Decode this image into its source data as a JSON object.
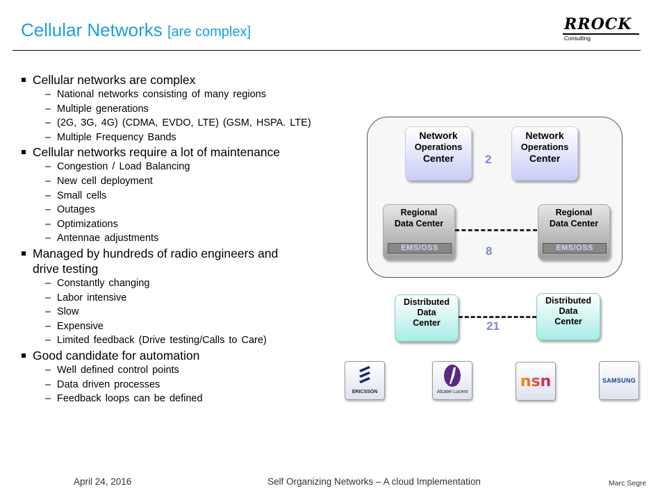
{
  "title": {
    "main": "Cellular Networks",
    "sub": "[are complex]"
  },
  "logo": {
    "word": "RROCK",
    "tagline": "Consulting"
  },
  "bullets": [
    {
      "text": "Cellular networks are complex",
      "items": [
        "National networks consisting of many regions",
        "Multiple generations",
        "(2G, 3G, 4G) (CDMA, EVDO, LTE) (GSM, HSPA. LTE)",
        "Multiple Frequency Bands"
      ]
    },
    {
      "text": "Cellular networks require a lot of maintenance",
      "items": [
        "Congestion / Load Balancing",
        "New cell deployment",
        "Small cells",
        "Outages",
        "Optimizations",
        "Antennae adjustments"
      ]
    },
    {
      "text": "Managed by hundreds of radio engineers and drive testing",
      "items": [
        "Constantly changing",
        "Labor intensive",
        "Slow",
        "Expensive",
        "Limited feedback (Drive testing/Calls to Care)"
      ]
    },
    {
      "text": "Good candidate for automation",
      "items": [
        "Well defined control points",
        "Data driven processes",
        "Feedback loops can be defined"
      ]
    }
  ],
  "diagram": {
    "noc": {
      "line1": "Network",
      "line2": "Operations",
      "line3": "Center"
    },
    "noc_count": "2",
    "rdc": {
      "line1": "Regional",
      "line2": "Data Center",
      "ems": "EMS/OSS"
    },
    "rdc_count": "8",
    "ddc": {
      "line1": "Distributed",
      "line2": "Data",
      "line3": "Center"
    },
    "ddc_count": "21"
  },
  "vendors": [
    {
      "icon": "ericsson-logo",
      "label": "ERICSSON"
    },
    {
      "icon": "alcatel-lucent-logo",
      "label": "Alcatel·Lucent"
    },
    {
      "icon": "nsn-logo",
      "label": "nsn"
    },
    {
      "icon": "samsung-logo",
      "label": "SAMSUNG"
    }
  ],
  "footer": {
    "date": "April 24, 2016",
    "center": "Self Organizing Networks – A cloud Implementation",
    "author": "Marc Segre"
  },
  "colors": {
    "title": "#1aa0d8",
    "count_numbers": "#7c86d8",
    "noc_fill": "#c9cdf7",
    "ddc_fill": "#a8ece6"
  }
}
